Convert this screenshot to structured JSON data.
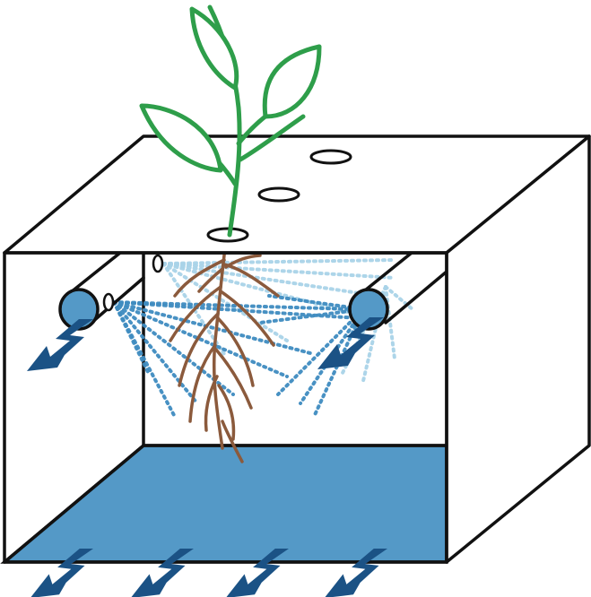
{
  "diagram": {
    "subject": "aeroponic-growing-chamber",
    "colors": {
      "outline": "#111111",
      "water": "#5499c7",
      "water_dark": "#1b5285",
      "leaf": "#2e9e4a",
      "root": "#8b5a3c",
      "mist_dark": "#3f8cc0",
      "mist_light": "#a9d3e8",
      "pipe": "#5499c7",
      "background": "#ffffff"
    },
    "elements": {
      "plant": "plant-icon",
      "roots": "root-system",
      "pipes": [
        "left-spray-pipe",
        "right-spray-pipe"
      ],
      "nozzles": [
        "back-left-nozzle",
        "front-left-nozzle"
      ],
      "reservoir": "nutrient-reservoir",
      "arrows": [
        "left-pipe-flow-arrow",
        "right-pipe-flow-arrow",
        "drain-arrow-1",
        "drain-arrow-2",
        "drain-arrow-3",
        "drain-arrow-4"
      ]
    }
  }
}
